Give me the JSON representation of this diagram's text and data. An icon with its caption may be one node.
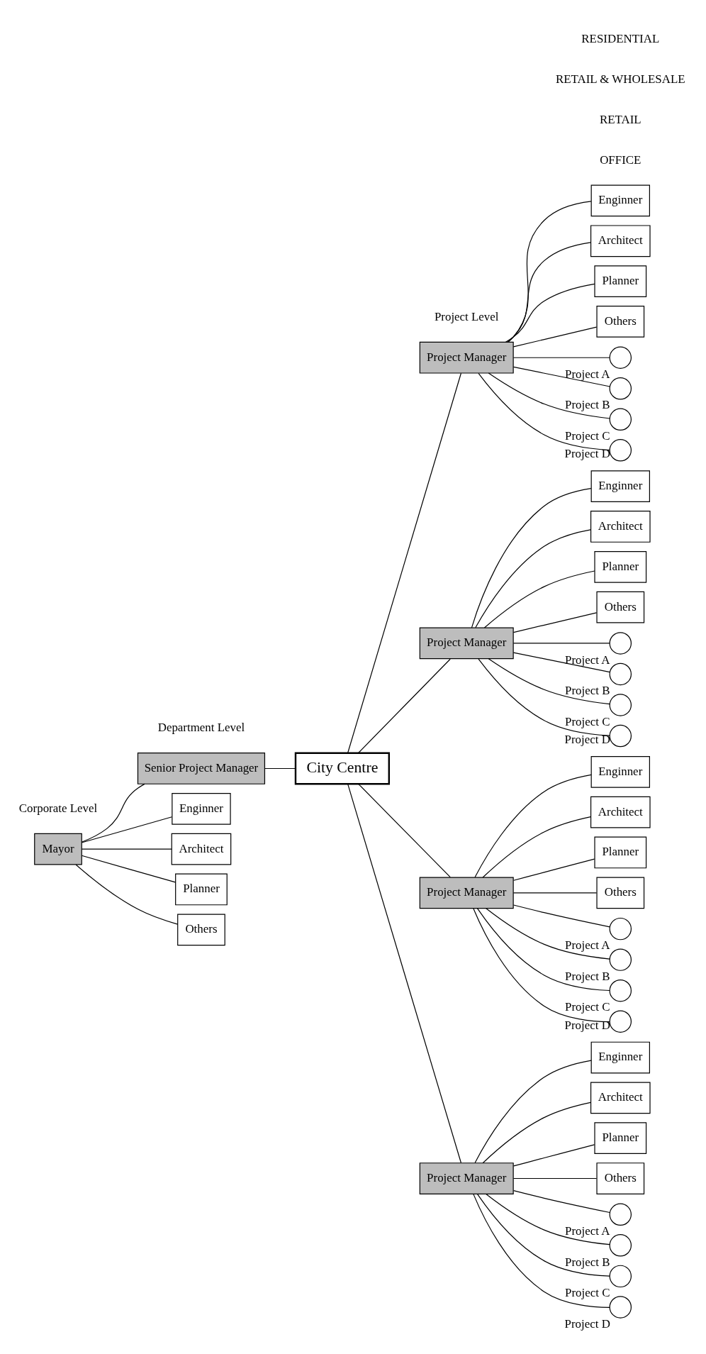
{
  "diagram": {
    "nodes": [
      {
        "text": [
          "Mayor"
        ]
      },
      {
        "text": [
          "Senior Project Manager"
        ]
      },
      {
        "text": [
          "Enginner"
        ]
      },
      {
        "text": [
          "Architect"
        ]
      },
      {
        "text": [
          "Planner"
        ]
      },
      {
        "text": [
          "Others"
        ]
      },
      {
        "text": [
          "City Centre"
        ]
      },
      {
        "text": [
          "Project Manager"
        ]
      },
      {
        "text": [
          "Enginner"
        ]
      },
      {
        "text": [
          "Architect"
        ]
      },
      {
        "text": [
          "Planner"
        ]
      },
      {
        "text": [
          "Others"
        ]
      },
      {
        "text": [],
        "shape": "circle",
        "beside": [
          "Project A"
        ]
      },
      {
        "text": [],
        "shape": "circle",
        "beside": [
          "Project B"
        ]
      },
      {
        "text": [],
        "shape": "circle",
        "beside": [
          "Project C"
        ]
      },
      {
        "text": [],
        "shape": "circle",
        "beside": [
          "Project D"
        ]
      },
      {
        "text": [
          "Project Manager"
        ]
      },
      {
        "text": [
          "Enginner"
        ]
      },
      {
        "text": [
          "Architect"
        ]
      },
      {
        "text": [
          "Planner"
        ]
      },
      {
        "text": [
          "Others"
        ]
      },
      {
        "text": [],
        "shape": "circle",
        "beside": [
          "Project A"
        ]
      },
      {
        "text": [],
        "shape": "circle",
        "beside": [
          "Project B"
        ]
      },
      {
        "text": [],
        "shape": "circle",
        "beside": [
          "Project C"
        ]
      },
      {
        "text": [],
        "shape": "circle",
        "beside": [
          "Project D"
        ]
      },
      {
        "text": [
          "Project Manager"
        ]
      },
      {
        "text": [
          "Enginner"
        ]
      },
      {
        "text": [
          "Architect"
        ]
      },
      {
        "text": [
          "Planner"
        ]
      },
      {
        "text": [
          "Others"
        ]
      },
      {
        "text": [],
        "shape": "circle",
        "beside": [
          "Project A"
        ]
      },
      {
        "text": [],
        "shape": "circle",
        "beside": [
          "Project B"
        ]
      },
      {
        "text": [],
        "shape": "circle",
        "beside": [
          "Project C"
        ]
      },
      {
        "text": [],
        "shape": "circle",
        "beside": [
          "Project D"
        ]
      },
      {
        "text": [
          "Project Manager"
        ]
      },
      {
        "text": [
          "Enginner"
        ]
      },
      {
        "text": [
          "Architect"
        ]
      },
      {
        "text": [
          "Planner"
        ]
      },
      {
        "text": [
          "Others"
        ]
      },
      {
        "text": [],
        "shape": "circle",
        "beside": [
          "Project A"
        ]
      },
      {
        "text": [],
        "shape": "circle",
        "beside": [
          "Project B"
        ]
      },
      {
        "text": [],
        "shape": "circle",
        "beside": [
          "Project C"
        ]
      },
      {
        "text": [],
        "shape": "circle",
        "beside": [
          "Project D"
        ]
      }
    ],
    "edges": [
      {
        "from": 0,
        "to": 1,
        "arrow": "none"
      },
      {
        "from": 0,
        "to": 2,
        "arrow": "none"
      },
      {
        "from": 0,
        "to": 3,
        "arrow": "none"
      },
      {
        "from": 0,
        "to": 4,
        "arrow": "none"
      },
      {
        "from": 0,
        "to": 5,
        "arrow": "none"
      },
      {
        "from": 1,
        "to": 6,
        "arrow": "none"
      },
      {
        "from": 6,
        "to": 7,
        "arrow": "none"
      },
      {
        "from": 6,
        "to": 16,
        "arrow": "none"
      },
      {
        "from": 6,
        "to": 25,
        "arrow": "none"
      },
      {
        "from": 6,
        "to": 34,
        "arrow": "none"
      },
      {
        "from": 7,
        "to": 8,
        "arrow": "none"
      },
      {
        "from": 7,
        "to": 9,
        "arrow": "none"
      },
      {
        "from": 7,
        "to": 10,
        "arrow": "none"
      },
      {
        "from": 7,
        "to": 11,
        "arrow": "none"
      },
      {
        "from": 7,
        "to": 12,
        "arrow": "none"
      },
      {
        "from": 7,
        "to": 13,
        "arrow": "none"
      },
      {
        "from": 7,
        "to": 14,
        "arrow": "none"
      },
      {
        "from": 7,
        "to": 15,
        "arrow": "none"
      },
      {
        "from": 16,
        "to": 17,
        "arrow": "none"
      },
      {
        "from": 16,
        "to": 18,
        "arrow": "none"
      },
      {
        "from": 16,
        "to": 19,
        "arrow": "none"
      },
      {
        "from": 16,
        "to": 20,
        "arrow": "none"
      },
      {
        "from": 16,
        "to": 21,
        "arrow": "none"
      },
      {
        "from": 16,
        "to": 22,
        "arrow": "none"
      },
      {
        "from": 16,
        "to": 23,
        "arrow": "none"
      },
      {
        "from": 16,
        "to": 24,
        "arrow": "none"
      },
      {
        "from": 25,
        "to": 26,
        "arrow": "none"
      },
      {
        "from": 25,
        "to": 27,
        "arrow": "none"
      },
      {
        "from": 25,
        "to": 28,
        "arrow": "none"
      },
      {
        "from": 25,
        "to": 29,
        "arrow": "none"
      },
      {
        "from": 25,
        "to": 30,
        "arrow": "none"
      },
      {
        "from": 25,
        "to": 31,
        "arrow": "none"
      },
      {
        "from": 25,
        "to": 32,
        "arrow": "none"
      },
      {
        "from": 25,
        "to": 33,
        "arrow": "none"
      },
      {
        "from": 34,
        "to": 35,
        "arrow": "none"
      },
      {
        "from": 34,
        "to": 36,
        "arrow": "none"
      },
      {
        "from": 34,
        "to": 37,
        "arrow": "none"
      },
      {
        "from": 34,
        "to": 38,
        "arrow": "none"
      },
      {
        "from": 34,
        "to": 39,
        "arrow": "none"
      },
      {
        "from": 34,
        "to": 40,
        "arrow": "none"
      },
      {
        "from": 34,
        "to": 41,
        "arrow": "none"
      },
      {
        "from": 34,
        "to": 42,
        "arrow": "none"
      }
    ],
    "labels": [
      "Corporate Level",
      "Department Level",
      "Project Level",
      "OFFICE",
      "RETAIL",
      "RETAIL & WHOLESALE",
      "RESIDENTIAL"
    ]
  }
}
